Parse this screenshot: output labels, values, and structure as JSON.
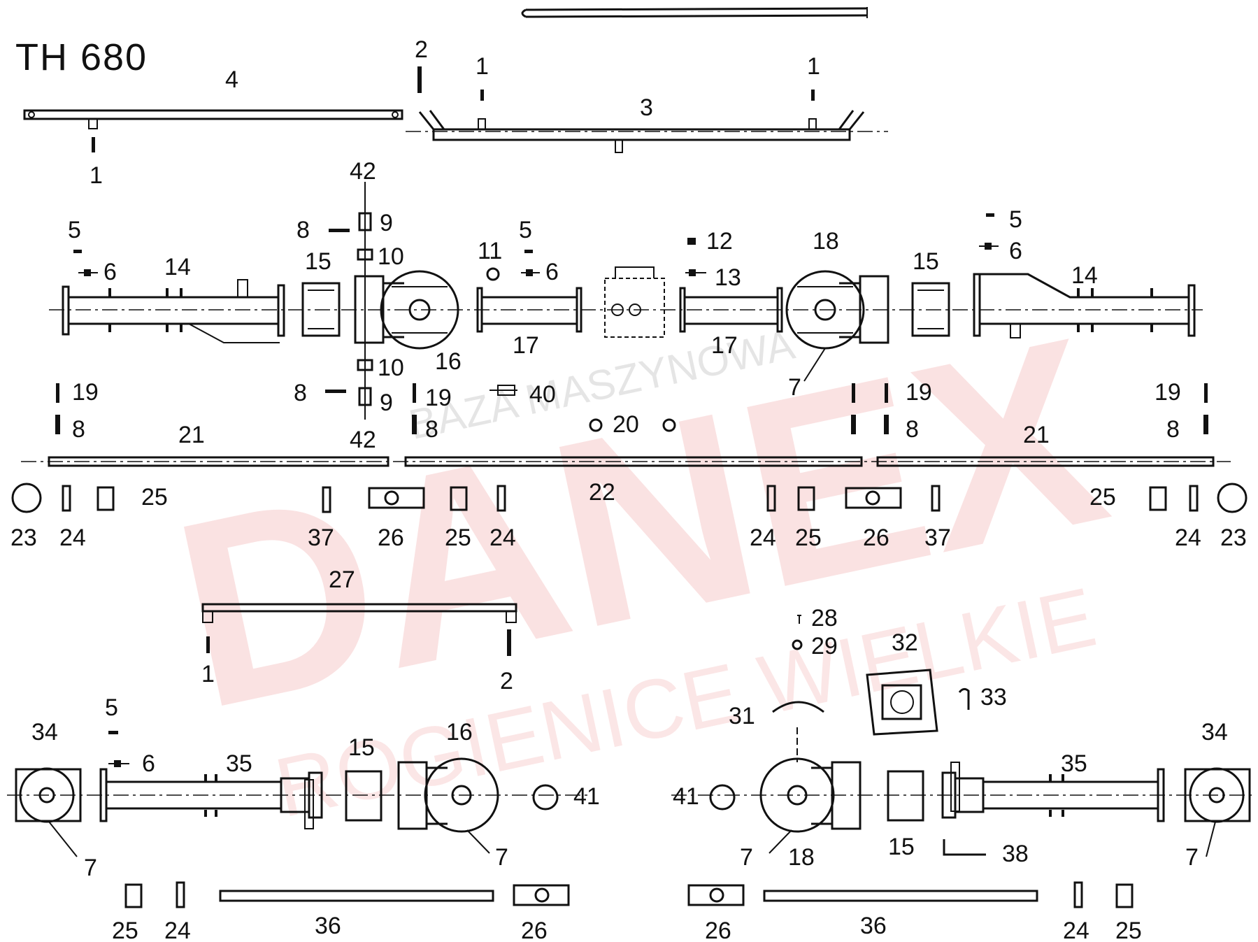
{
  "title": "TH 680",
  "watermark": {
    "brand": "DANEX",
    "city": "ROGIENICE WIELKIE",
    "tagline": "BAZA MASZYNOWA",
    "color": "#e33a3a"
  },
  "callouts": {
    "c1": "1",
    "c2": "2",
    "c3": "3",
    "c4": "4",
    "c5": "5",
    "c6": "6",
    "c7": "7",
    "c8": "8",
    "c9": "9",
    "c10": "10",
    "c11": "11",
    "c12": "12",
    "c13": "13",
    "c14": "14",
    "c15": "15",
    "c16": "16",
    "c17": "17",
    "c18": "18",
    "c19": "19",
    "c20": "20",
    "c21": "21",
    "c22": "22",
    "c23": "23",
    "c24": "24",
    "c25": "25",
    "c26": "26",
    "c27": "27",
    "c28": "28",
    "c29": "29",
    "c31": "31",
    "c32": "32",
    "c33": "33",
    "c34": "34",
    "c35": "35",
    "c36": "36",
    "c37": "37",
    "c38": "38",
    "c40": "40",
    "c41": "41",
    "c42": "42"
  }
}
